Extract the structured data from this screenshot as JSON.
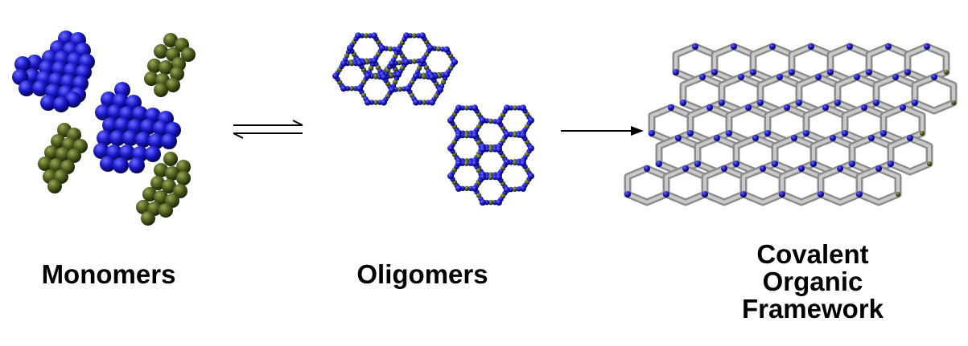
{
  "labels": {
    "monomers": "Monomers",
    "oligomers": "Oligomers",
    "cof": [
      "Covalent",
      "Organic",
      "Framework"
    ]
  },
  "colors": {
    "blue_atom": "#1f1fd0",
    "green_atom": "#55661f",
    "grey_atom": "#9a9a9a",
    "arrow": "#000000"
  },
  "arrows": [
    {
      "name": "equilibrium-arrow",
      "type": "equilibrium"
    },
    {
      "name": "forward-arrow",
      "type": "forward"
    }
  ]
}
